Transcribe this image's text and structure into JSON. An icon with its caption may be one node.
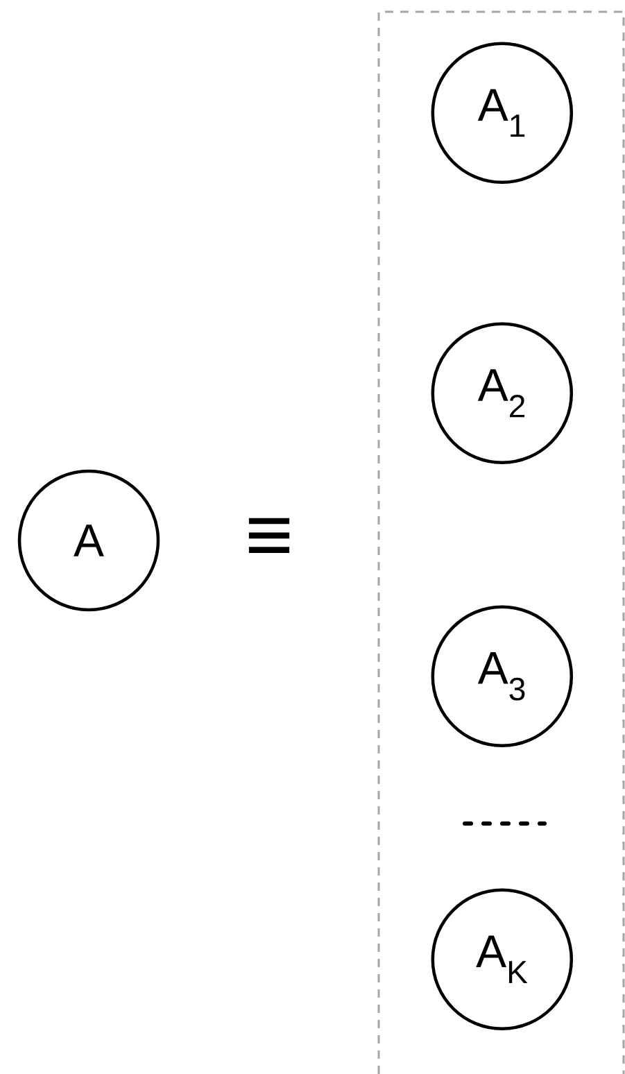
{
  "diagram": {
    "nodes": [
      {
        "text": [
          "A"
        ]
      },
      {
        "text": [],
        "shape": "box"
      },
      {
        "text": [
          "A$_{1}$"
        ],
        "in": 1
      },
      {
        "text": [
          "A$_{2}$"
        ],
        "in": 1
      },
      {
        "text": [
          "A$_{3}$"
        ],
        "in": 1
      },
      {
        "text": [
          "A$_{K}$"
        ],
        "in": 1
      }
    ],
    "edges": [],
    "labels": [
      "≡"
    ]
  }
}
